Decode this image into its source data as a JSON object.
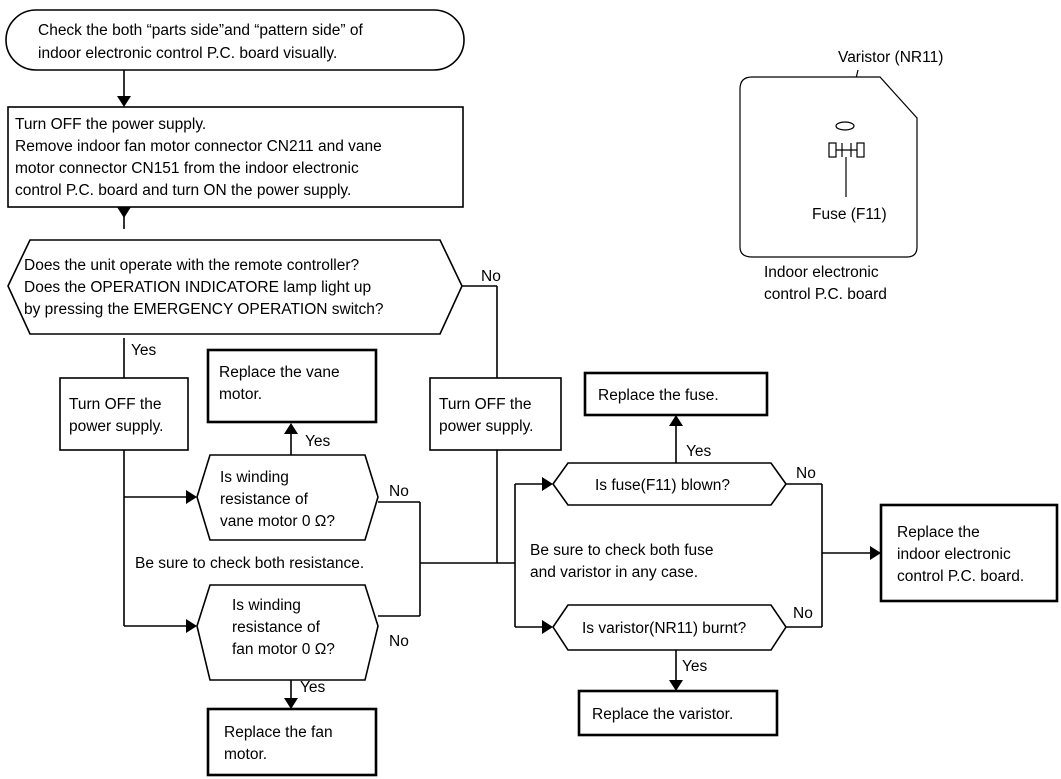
{
  "diagram": {
    "start": {
      "lines": [
        "Check the both “parts side”and “pattern side” of",
        "indoor electronic control P.C. board visually."
      ]
    },
    "step_power_off_remove": {
      "lines": [
        "Turn OFF the power supply.",
        "Remove indoor fan motor connector CN211 and vane",
        "motor connector CN151 from the indoor electronic",
        "control P.C. board and turn ON the power supply."
      ]
    },
    "decision_unit_operate": {
      "lines": [
        "Does the unit operate with the remote controller?",
        "Does the OPERATION INDICATORE lamp light up",
        "by pressing the EMERGENCY OPERATION switch?"
      ]
    },
    "labels": {
      "yes": "Yes",
      "no": "No"
    },
    "left_power_off": {
      "lines": [
        "Turn OFF the",
        "power supply."
      ]
    },
    "mid_power_off": {
      "lines": [
        "Turn OFF the",
        "power supply."
      ]
    },
    "replace_vane_motor": {
      "lines": [
        "Replace the vane",
        "motor."
      ]
    },
    "decision_vane_motor": {
      "lines": [
        "Is winding",
        "resistance of",
        "vane motor 0 Ω?"
      ]
    },
    "note_both_resistance": "Be sure to check both resistance.",
    "decision_fan_motor": {
      "lines": [
        "Is winding",
        "resistance of",
        "fan motor 0 Ω?"
      ]
    },
    "replace_fan_motor": {
      "lines": [
        "Replace the fan",
        "motor."
      ]
    },
    "replace_fuse": "Replace the fuse.",
    "decision_fuse": "Is fuse(F11) blown?",
    "note_fuse_varistor": {
      "lines": [
        "Be sure to check both fuse",
        "and varistor in any case."
      ]
    },
    "decision_varistor": "Is varistor(NR11) burnt?",
    "replace_varistor": "Replace the varistor.",
    "replace_board": {
      "lines": [
        "Replace the",
        "indoor electronic",
        "control P.C. board."
      ]
    },
    "board_illustration": {
      "varistor_label": "Varistor (NR11)",
      "fuse_label": "Fuse (F11)",
      "caption": [
        "Indoor electronic",
        "control P.C. board"
      ]
    }
  }
}
